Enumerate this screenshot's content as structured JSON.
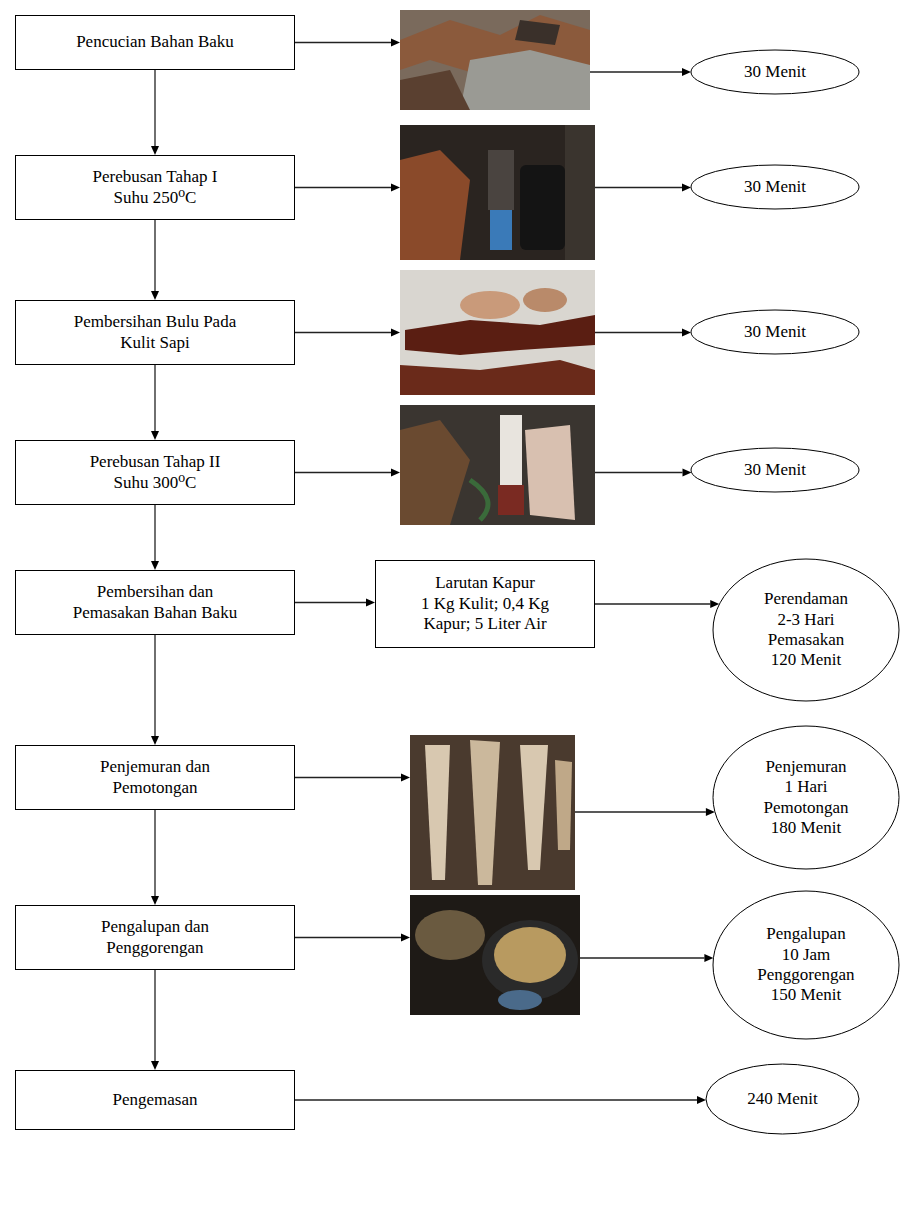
{
  "diagram": {
    "nodes": [
      {
        "text": [
          "Pencucian Bahan Baku"
        ]
      },
      {
        "text": [
          "30 Menit"
        ]
      },
      {
        "text": [
          "Perebusan Tahap I Suhu 250⁰C"
        ]
      },
      {
        "text": [
          "30 Menit"
        ]
      },
      {
        "text": [
          "Pembersihan Bulu Pada Kulit Sapi"
        ]
      },
      {
        "text": [
          "30 Menit"
        ]
      },
      {
        "text": [
          "Perebusan Tahap II Suhu 300⁰C"
        ]
      },
      {
        "text": [
          "30 Menit"
        ]
      },
      {
        "text": [
          "Pembersihan dan Pemasakan Bahan Baku"
        ]
      },
      {
        "text": [
          "Larutan Kapur",
          "1 Kg Kulit; 0,4 Kg Kapur; 5 Liter Air"
        ]
      },
      {
        "text": [
          "Perendaman 2-3 Hari Pemasakan 120 Menit"
        ]
      },
      {
        "text": [
          "Penjemuran dan Pemotongan"
        ]
      },
      {
        "text": [
          "Penjemuran 1 Hari Pemotongan 180 Menit"
        ]
      },
      {
        "text": [
          "Pengalupan dan Penggorengan"
        ]
      },
      {
        "text": [
          "Pengalupan 10 Jam Penggorengan 150 Menit"
        ]
      },
      {
        "text": [
          "Pengemasan"
        ]
      },
      {
        "text": [
          "240 Menit"
        ]
      }
    ],
    "edges": [
      {
        "from": 0,
        "to": 1,
        "arrow": "to"
      },
      {
        "from": 0,
        "to": 2,
        "arrow": "to"
      },
      {
        "from": 2,
        "to": 3,
        "arrow": "to"
      },
      {
        "from": 2,
        "to": 4,
        "arrow": "to"
      },
      {
        "from": 4,
        "to": 5,
        "arrow": "to"
      },
      {
        "from": 4,
        "to": 6,
        "arrow": "to"
      },
      {
        "from": 6,
        "to": 7,
        "arrow": "to"
      },
      {
        "from": 6,
        "to": 8,
        "arrow": "to"
      },
      {
        "from": 8,
        "to": 9,
        "arrow": "to"
      },
      {
        "from": 9,
        "to": 10,
        "arrow": "to"
      },
      {
        "from": 8,
        "to": 11,
        "arrow": "to"
      },
      {
        "from": 11,
        "to": 12,
        "arrow": "to"
      },
      {
        "from": 11,
        "to": 13,
        "arrow": "to"
      },
      {
        "from": 13,
        "to": 14,
        "arrow": "to"
      },
      {
        "from": 13,
        "to": 15,
        "arrow": "to"
      },
      {
        "from": 15,
        "to": 16,
        "arrow": "to"
      }
    ]
  }
}
